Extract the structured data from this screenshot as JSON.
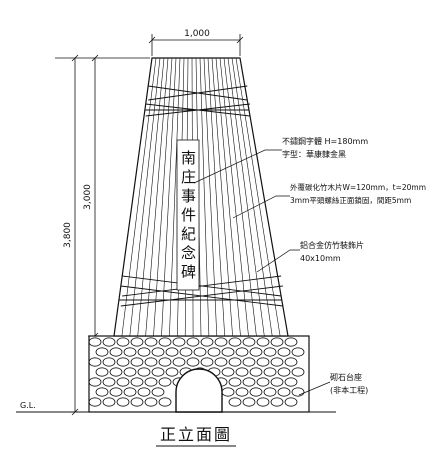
{
  "drawing": {
    "title": "正立面圖",
    "dim_top": "1,000",
    "dim_left_total": "3,800",
    "dim_left_upper": "3,000",
    "ground_label": "G.L.",
    "inscription": "南庄事件紀念碑",
    "notes": {
      "plaque_line1": "不鏽鋼字體 H=180mm",
      "plaque_line2": "字型：華康隸金黑",
      "bamboo_line1": "外覆碳化竹木片W=120mm，t=20mm",
      "bamboo_line2": "3mm平頭螺絲正面鎖固，間距5mm",
      "band_line1": "鋁合金仿竹裝飾片",
      "band_line2": "40x10mm",
      "base_line1": "砌石台座",
      "base_line2": "(非本工程)"
    },
    "colors": {
      "line": "#111111",
      "paper": "#ffffff"
    }
  }
}
